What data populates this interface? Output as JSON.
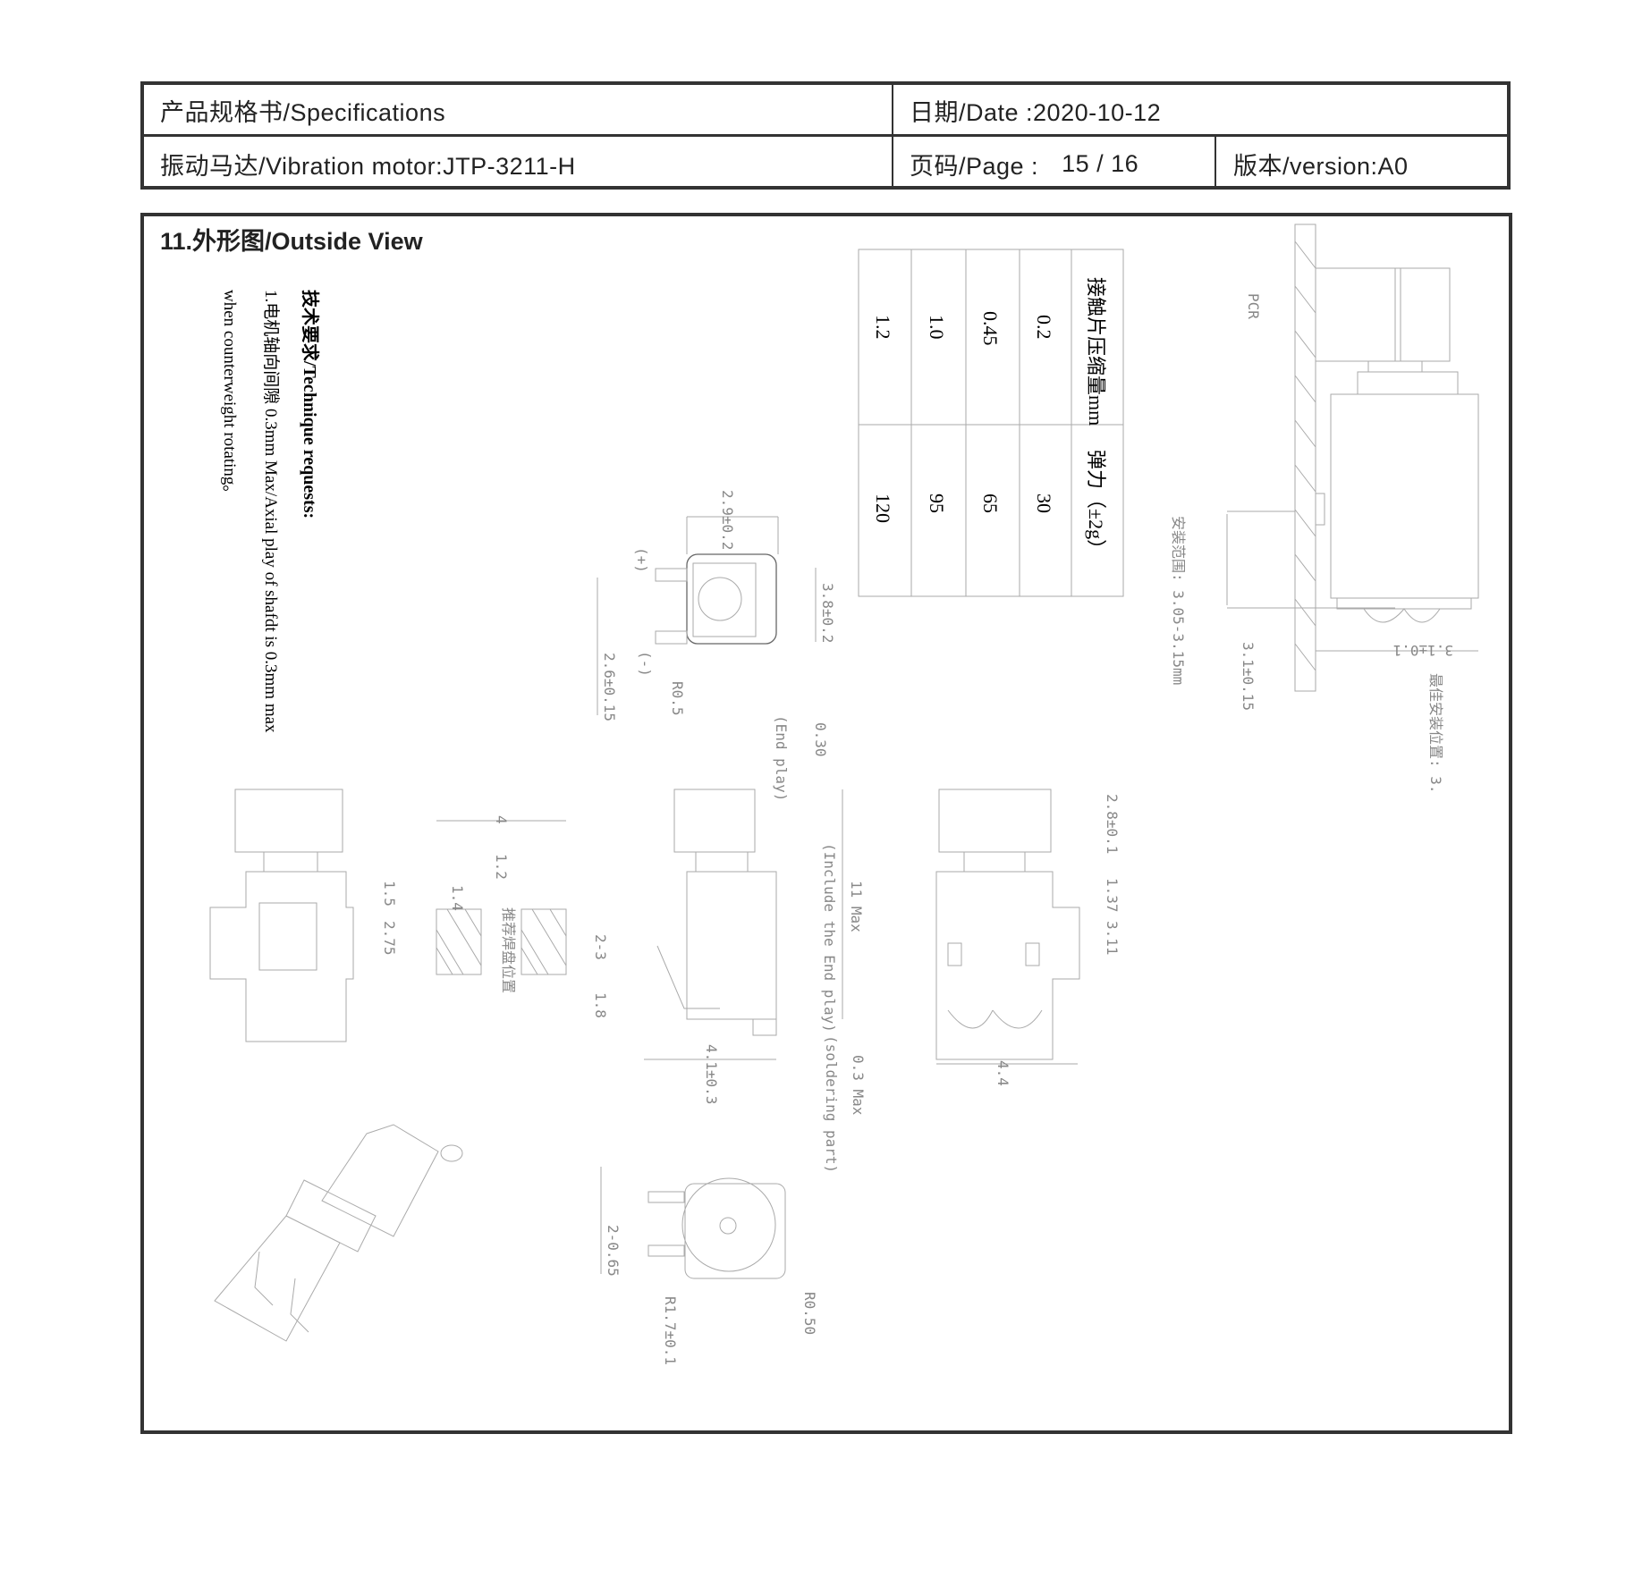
{
  "header": {
    "doc_type": "产品规格书/Specifications",
    "date": "日期/Date :2020-10-12",
    "product": "振动马达/Vibration motor:JTP-3211-H",
    "page_label": "页码/Page :",
    "page_value": "15 / 16",
    "version": "版本/version:A0"
  },
  "section": {
    "title": "11.外形图/Outside View",
    "technique_title": "技术要求/Technique requests:",
    "technique_line1": "1.电机轴向间隙 0.3mm Max/Axial play of shafdt is 0.3mm max",
    "technique_line2": "when counterweight rotating。"
  },
  "spring_table": {
    "headers": [
      "接触片压缩量mm",
      "弹力（±2g）"
    ],
    "rows": [
      [
        "0.2",
        "30"
      ],
      [
        "0.45",
        "65"
      ],
      [
        "1.0",
        "95"
      ],
      [
        "1.2",
        "120"
      ]
    ]
  },
  "install": {
    "pcr": "PCR",
    "range": "安装范围: 3.05-3.15mm",
    "dim_a": "3.1±0.15",
    "dim_b": "3.1±0.1",
    "best": "最佳安装位置: 3."
  },
  "front": {
    "width": "2.9±0.2",
    "height": "3.8±0.2",
    "plus": "(+)",
    "minus": "(-)",
    "pitch": "2.6±0.15",
    "radius": "R0.5"
  },
  "side": {
    "end_play": "0.30",
    "end_play_label": "(End play)",
    "length": "11 Max",
    "length_note": "(Include the End play)",
    "solder": "0.3 Max",
    "solder_note": "(soldering part)",
    "depth": "4.1±0.3"
  },
  "right": {
    "a": "2.8±0.1",
    "b": "1.37",
    "c": "3.11",
    "width": "4.4"
  },
  "left": {
    "a": "1.5",
    "b": "2.75"
  },
  "pad": {
    "w": "4",
    "gap": "1.2",
    "pad_w": "1.4",
    "len": "2-3",
    "off": "1.8",
    "label": "推荐焊盘位置"
  },
  "end": {
    "pin": "2-0.65",
    "r1": "R1.7±0.1",
    "r2": "R0.50"
  }
}
